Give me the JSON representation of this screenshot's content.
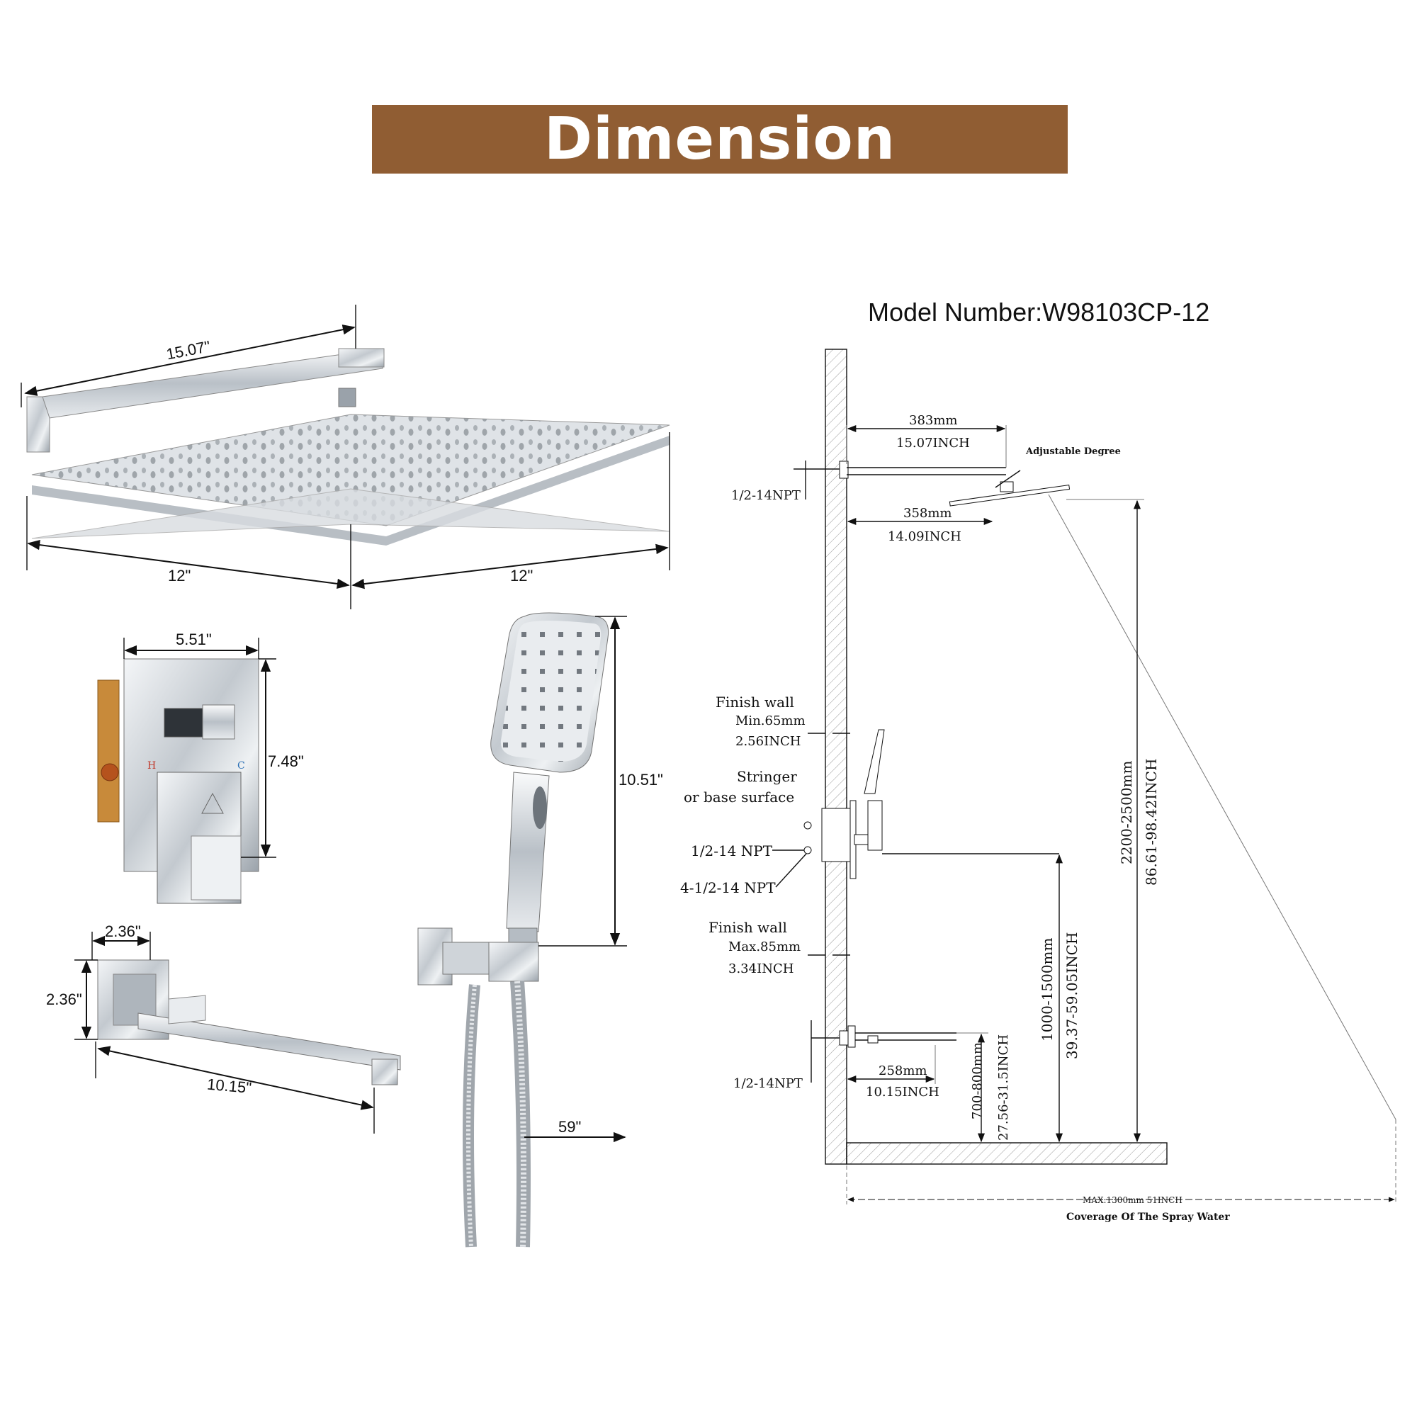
{
  "title": "Dimension",
  "model_number": "Model Number:W98103CP-12",
  "colors": {
    "banner": "#905d33",
    "banner_text": "#ffffff",
    "line": "#111111",
    "chrome": "#c9ced3"
  },
  "shower_head": {
    "arm_length": "15.07\"",
    "width_left": "12\"",
    "width_right": "12\""
  },
  "valve": {
    "width": "5.51\"",
    "height": "7.48\"",
    "hot_mark": "H",
    "cold_mark": "C"
  },
  "spout": {
    "width": "2.36\"",
    "height": "2.36\"",
    "length": "10.15\""
  },
  "hand_shower": {
    "length": "10.51\"",
    "hose": "59\""
  },
  "install": {
    "arm_mm": "383mm",
    "arm_in": "15.07INCH",
    "head_mm": "358mm",
    "head_in": "14.09INCH",
    "adjustable": "Adjustable Degree",
    "npt_top": "1/2-14NPT",
    "finish_min_1": "Finish wall",
    "finish_min_2": "Min.65mm",
    "finish_min_3": "2.56INCH",
    "stringer_1": "Stringer",
    "stringer_2": "or base surface",
    "npt_mid": "1/2-14 NPT",
    "npt_4": "4-1/2-14 NPT",
    "finish_max_1": "Finish wall",
    "finish_max_2": "Max.85mm",
    "finish_max_3": "3.34INCH",
    "npt_bottom": "1/2-14NPT",
    "spout_mm": "258mm",
    "spout_in": "10.15INCH",
    "spout_h_mm": "700-800mm",
    "spout_h_in": "27.56-31.5INCH",
    "valve_h_mm": "1000-1500mm",
    "valve_h_in": "39.37-59.05INCH",
    "head_h_mm": "2200-2500mm",
    "head_h_in": "86.61-98.42INCH",
    "coverage_max": "MAX:1300mm 51INCH",
    "coverage_label": "Coverage Of The Spray Water"
  }
}
